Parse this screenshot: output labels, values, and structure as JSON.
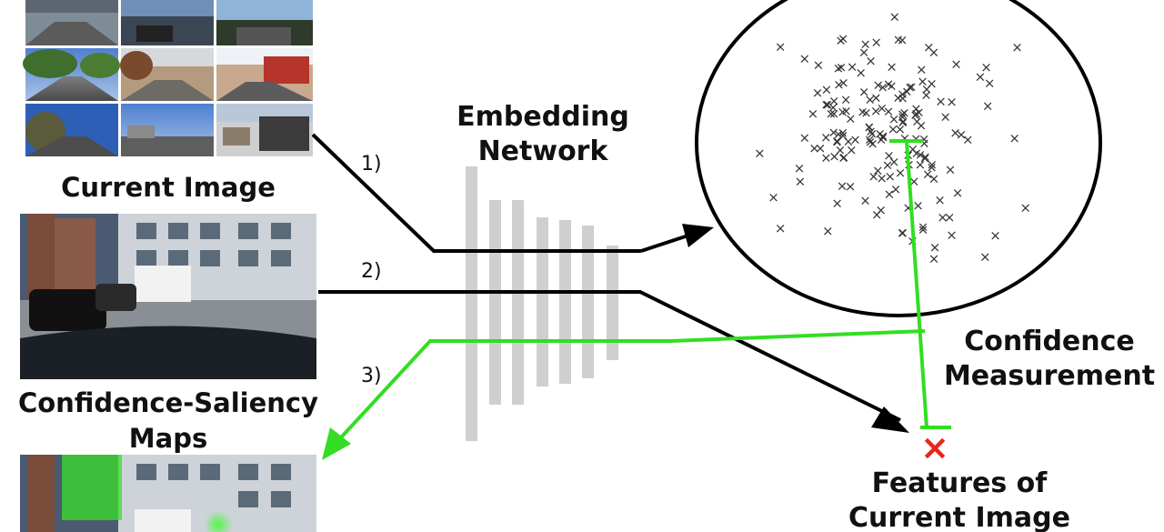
{
  "labels": {
    "current_image": "Current Image",
    "embedding_line1": "Embedding",
    "embedding_line2": "Network",
    "saliency_line1": "Confidence-Saliency",
    "saliency_line2": "Maps",
    "confidence_line1": "Confidence",
    "confidence_line2": "Measurement",
    "features_line1": "Features of",
    "features_line2": "Current Image"
  },
  "steps": {
    "s1": "1)",
    "s2": "2)",
    "s3": "3)"
  },
  "marks": {
    "embedding_point": "×",
    "current_feature": "×"
  },
  "colors": {
    "arrow": "#000000",
    "highlight": "#33dd22",
    "feature_marker": "#e8261c",
    "network_bars": "#cfcfcf",
    "embedding_points": "#333333"
  },
  "embedding_point_count": 170
}
